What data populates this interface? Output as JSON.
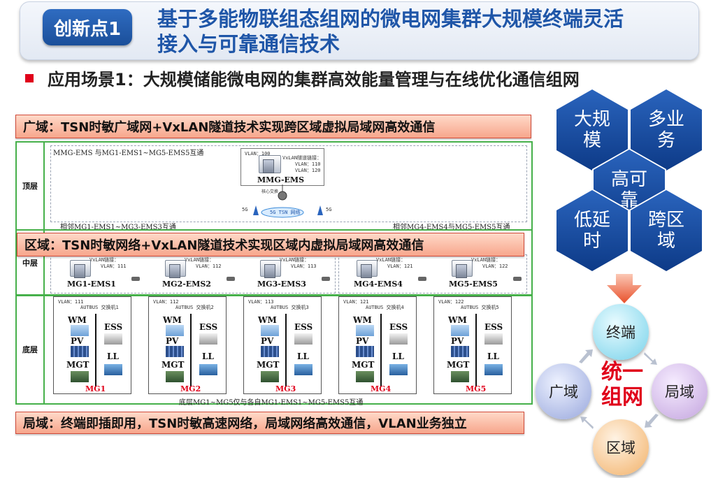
{
  "header": {
    "badge": "创新点1",
    "title_line1": "基于多能物联组态组网的微电网集群大规模终端灵活",
    "title_line2": "接入与可靠通信技术"
  },
  "scenario": "应用场景1：大规模储能微电网的集群高效能量管理与在线优化通信组网",
  "banners": {
    "wan": "广域：TSN时敏广域网+VxLAN隧道技术实现跨区域虚拟局域网高效通信",
    "region": "区域：TSN时敏网络+VxLAN隧道技术实现区域内虚拟局域网高效通信",
    "local": "局域：终端即插即用，TSN时敏高速网络，局域网络高效通信，VLAN业务独立"
  },
  "diagram": {
    "layers": {
      "top": "顶层",
      "mid": "中层",
      "bottom": "底层"
    },
    "top_note": "MMG-EMS 与MG1-EMS1~MG5-EMS5互通",
    "top_server": "MMG-EMS",
    "top_vlan": "VLAN：100",
    "top_vxlan": "VxLAN隧道链接：",
    "top_vxlan_a": "VLAN：110",
    "top_vxlan_b": "VLAN：120",
    "core_switch": "核心交换",
    "tsn_net": "5G TSN 网络",
    "five_g": "5G",
    "left_group_note": "相邻MG1-EMS1~MG3-EMS3互通",
    "right_group_note": "相邻MG4-EMS4与MG5-EMS5互通",
    "bottom_note": "底层MG1~MG5仅与各自MG1-EMS1~MG5-EMS5互通",
    "ems": [
      {
        "name": "MG1-EMS1",
        "vlan": "VLAN：111",
        "vx": "VxLAN链接："
      },
      {
        "name": "MG2-EMS2",
        "vlan": "VLAN：112",
        "vx": "VxLAN链接："
      },
      {
        "name": "MG3-EMS3",
        "vlan": "VLAN：113",
        "vx": "VxLAN链接："
      },
      {
        "name": "MG4-EMS4",
        "vlan": "VLAN：121",
        "vx": "VxLAN链接："
      },
      {
        "name": "MG5-EMS5",
        "vlan": "VLAN：122",
        "vx": "VxLAN链接："
      }
    ],
    "mg_units": [
      {
        "name": "MG1",
        "vlan": "VLAN：111",
        "switch": "AUTBUS 交换机1"
      },
      {
        "name": "MG2",
        "vlan": "VLAN：112",
        "switch": "AUTBUS 交换机2"
      },
      {
        "name": "MG3",
        "vlan": "VLAN：113",
        "switch": "AUTBUS 交换机3"
      },
      {
        "name": "MG4",
        "vlan": "VLAN：121",
        "switch": "AUTBUS 交换机4"
      },
      {
        "name": "MG5",
        "vlan": "VLAN：122",
        "switch": "AUTBUS 交换机5"
      }
    ],
    "unit_labels": {
      "wm": "WM",
      "pv": "PV",
      "mgt": "MGT",
      "ess": "ESS",
      "ll": "LL"
    }
  },
  "hexagons": [
    {
      "id": "large-scale",
      "text_line1": "大规",
      "text_line2": "模"
    },
    {
      "id": "multi-service",
      "text_line1": "多业",
      "text_line2": "务"
    },
    {
      "id": "high-reliability",
      "text_line1": "高可",
      "text_line2": "靠"
    },
    {
      "id": "low-latency",
      "text_line1": "低延",
      "text_line2": "时"
    },
    {
      "id": "cross-region",
      "text_line1": "跨区",
      "text_line2": "域"
    }
  ],
  "cycle": {
    "center_line1": "统一",
    "center_line2": "组网",
    "terminal": "终端",
    "wan": "广域",
    "local": "局域",
    "region": "区域"
  },
  "colors": {
    "title_blue": "#1f56a8",
    "badge_blue": "#2f6cc1",
    "bullet_red": "#e0001a",
    "layer_green": "#46b04a",
    "hex_blue": "#1a4ea3"
  }
}
